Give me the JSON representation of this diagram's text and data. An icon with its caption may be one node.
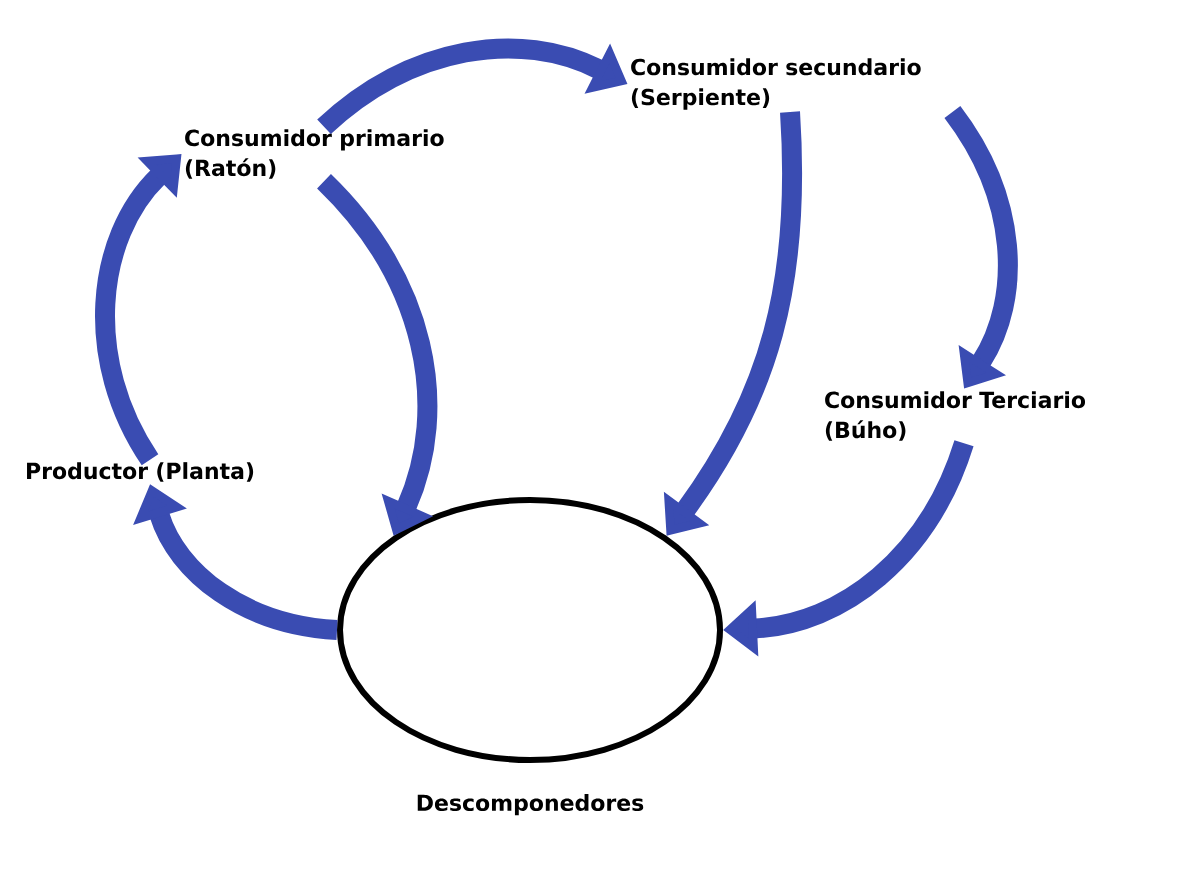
{
  "diagram": {
    "nodes": [
      {
        "text": [
          "Productor (Planta)"
        ]
      },
      {
        "text": [
          "Consumidor primario (Ratón)"
        ]
      },
      {
        "text": [
          "Consumidor secundario (Serpiente)"
        ]
      },
      {
        "text": [
          "Consumidor Terciario (Búho)"
        ]
      },
      {
        "text": [
          "Descomponedores"
        ]
      }
    ],
    "edges": [
      {
        "from": 0,
        "to": 1,
        "arrow": "to"
      },
      {
        "from": 1,
        "to": 2,
        "arrow": "to"
      },
      {
        "from": 2,
        "to": 3,
        "arrow": "to"
      },
      {
        "from": 1,
        "to": 4,
        "arrow": "to"
      },
      {
        "from": 2,
        "to": 4,
        "arrow": "to"
      },
      {
        "from": 3,
        "to": 4,
        "arrow": "to"
      },
      {
        "from": 4,
        "to": 0,
        "arrow": "to"
      }
    ]
  }
}
